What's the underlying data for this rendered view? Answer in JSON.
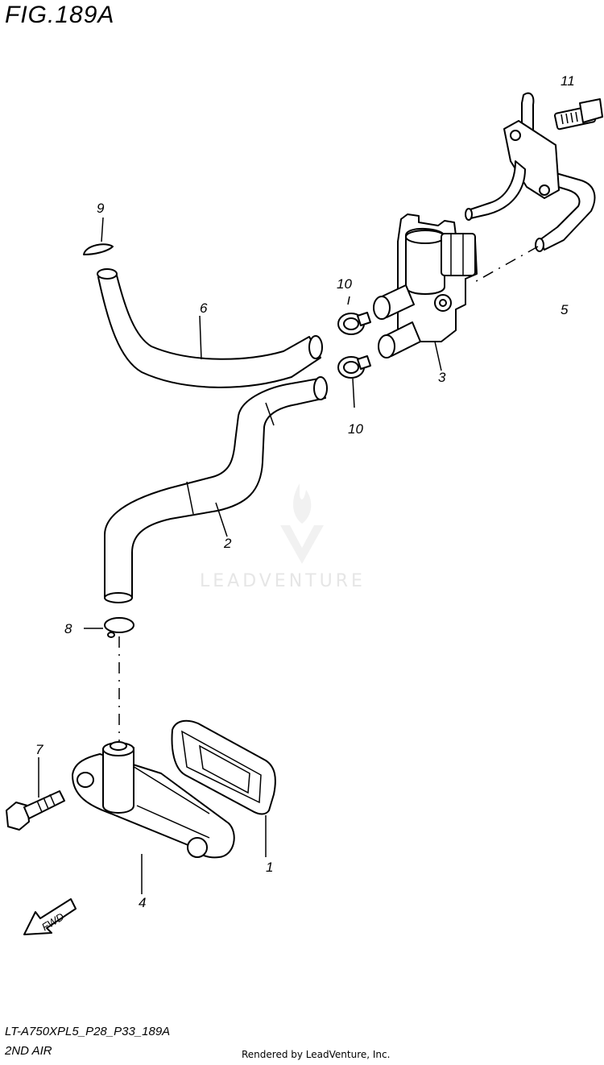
{
  "figure": {
    "title": "FIG.189A"
  },
  "callouts": [
    {
      "id": "1",
      "label": "1"
    },
    {
      "id": "2",
      "label": "2"
    },
    {
      "id": "3",
      "label": "3"
    },
    {
      "id": "4",
      "label": "4"
    },
    {
      "id": "5",
      "label": "5"
    },
    {
      "id": "6",
      "label": "6"
    },
    {
      "id": "7",
      "label": "7"
    },
    {
      "id": "8",
      "label": "8"
    },
    {
      "id": "9",
      "label": "9"
    },
    {
      "id": "10a",
      "label": "10"
    },
    {
      "id": "10b",
      "label": "10"
    },
    {
      "id": "11",
      "label": "11"
    }
  ],
  "arrow": {
    "label": "FWD"
  },
  "watermark": {
    "text": "LEADVENTURE"
  },
  "footer": {
    "model_code": "LT-A750XPL5_P28_P33_189A",
    "section": "2ND AIR",
    "rendered_by": "Rendered by LeadVenture, Inc."
  },
  "icons": {
    "logo": "flame-v-logo-icon",
    "direction": "fwd-arrow-icon"
  }
}
